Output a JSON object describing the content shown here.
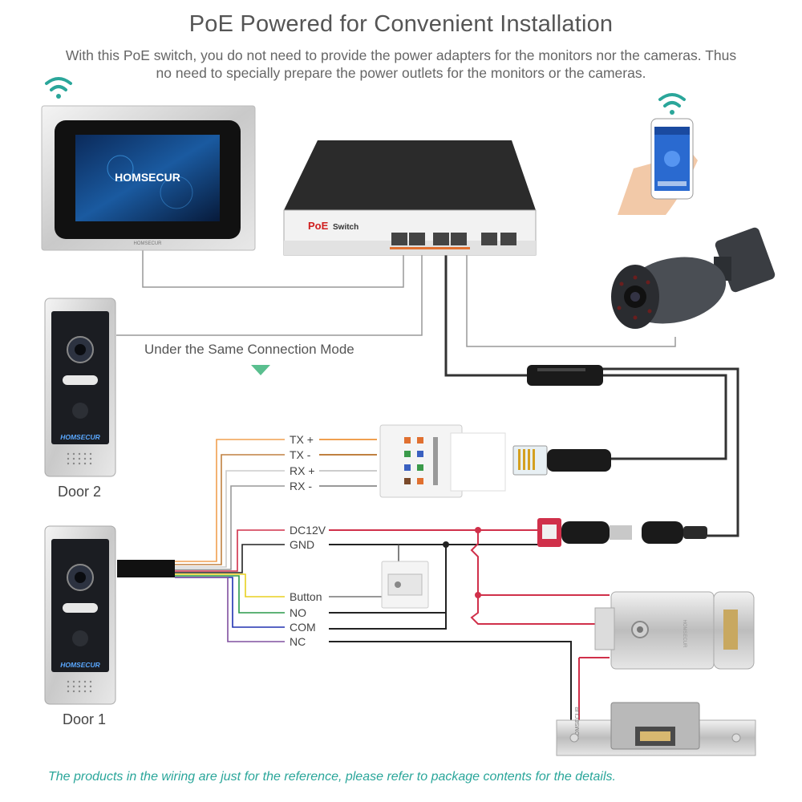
{
  "header": {
    "title": "PoE Powered for Convenient Installation",
    "subtitle_line1": "With this PoE switch, you do not need to provide the power adapters for the monitors nor the cameras. Thus",
    "subtitle_line2": "no need to specially prepare the power outlets for the monitors or the cameras."
  },
  "monitor": {
    "brand": "HOMSECUR",
    "bezel_brand": "HOMSECUR"
  },
  "switch": {
    "label_poe": "PoE",
    "label_switch": "Switch"
  },
  "connection_mode_label": "Under the Same Connection Mode",
  "doors": {
    "door2": {
      "label": "Door 2",
      "brand": "HOMSECUR"
    },
    "door1": {
      "label": "Door 1",
      "brand": "HOMSECUR"
    }
  },
  "wires": {
    "tx_plus": "TX +",
    "tx_minus": "TX -",
    "rx_plus": "RX +",
    "rx_minus": "RX -",
    "dc12v": "DC12V",
    "gnd": "GND",
    "button": "Button",
    "no": "NO",
    "com": "COM",
    "nc": "NC"
  },
  "wire_colors": {
    "orange": "#f0a050",
    "orange_stripe": "#c08040",
    "light": "#cccccc",
    "gray": "#999999",
    "red": "#d0304a",
    "black": "#222222",
    "yellow": "#e8d020",
    "green": "#2a9a4a",
    "blue": "#2030b0",
    "purple": "#8050a0",
    "connector_gray": "#999999",
    "accent_teal": "#2aa69a"
  },
  "lock_brand": "HOMSECUR",
  "footer": "The products in the wiring are just for the reference, please refer to package contents for the details."
}
